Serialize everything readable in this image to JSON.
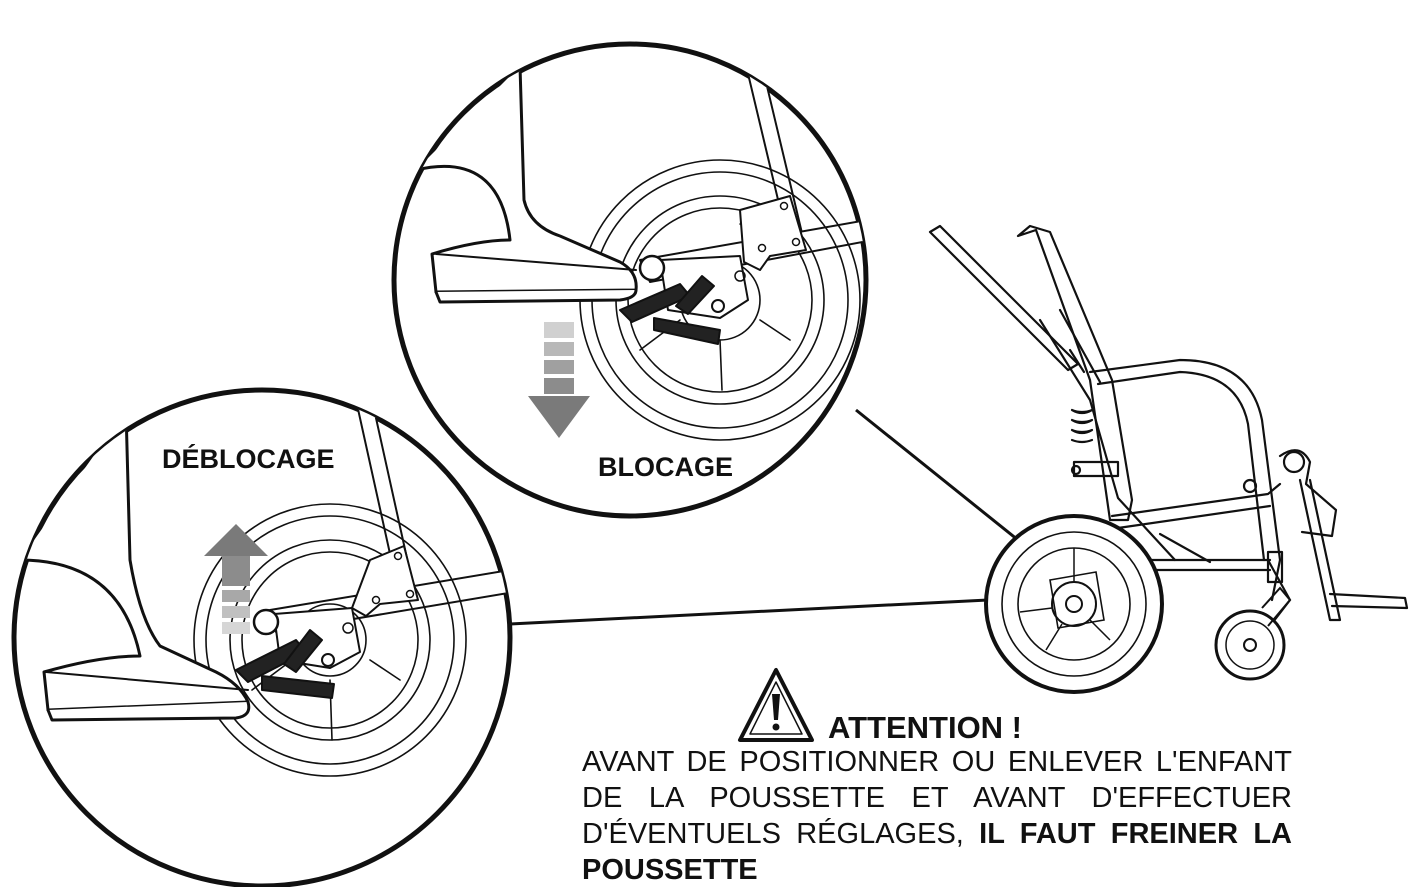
{
  "labels": {
    "unlock": "DÉBLOCAGE",
    "lock": "BLOCAGE"
  },
  "warning": {
    "title": "ATTENTION !",
    "text_normal": "AVANT DE POSITIONNER OU ENLEVER L'ENFANT DE LA POUSSETTE ET AVANT D'EFFECTUER D'ÉVENTUELS RÉGLAGES, ",
    "text_strong": "IL FAUT FREINER LA POUSSETTE",
    "icon": "warning-triangle-icon"
  },
  "colors": {
    "line": "#111111",
    "arrow_dark": "#7a7a7a",
    "arrow_light": "#c8c8c8",
    "background": "#ffffff"
  }
}
